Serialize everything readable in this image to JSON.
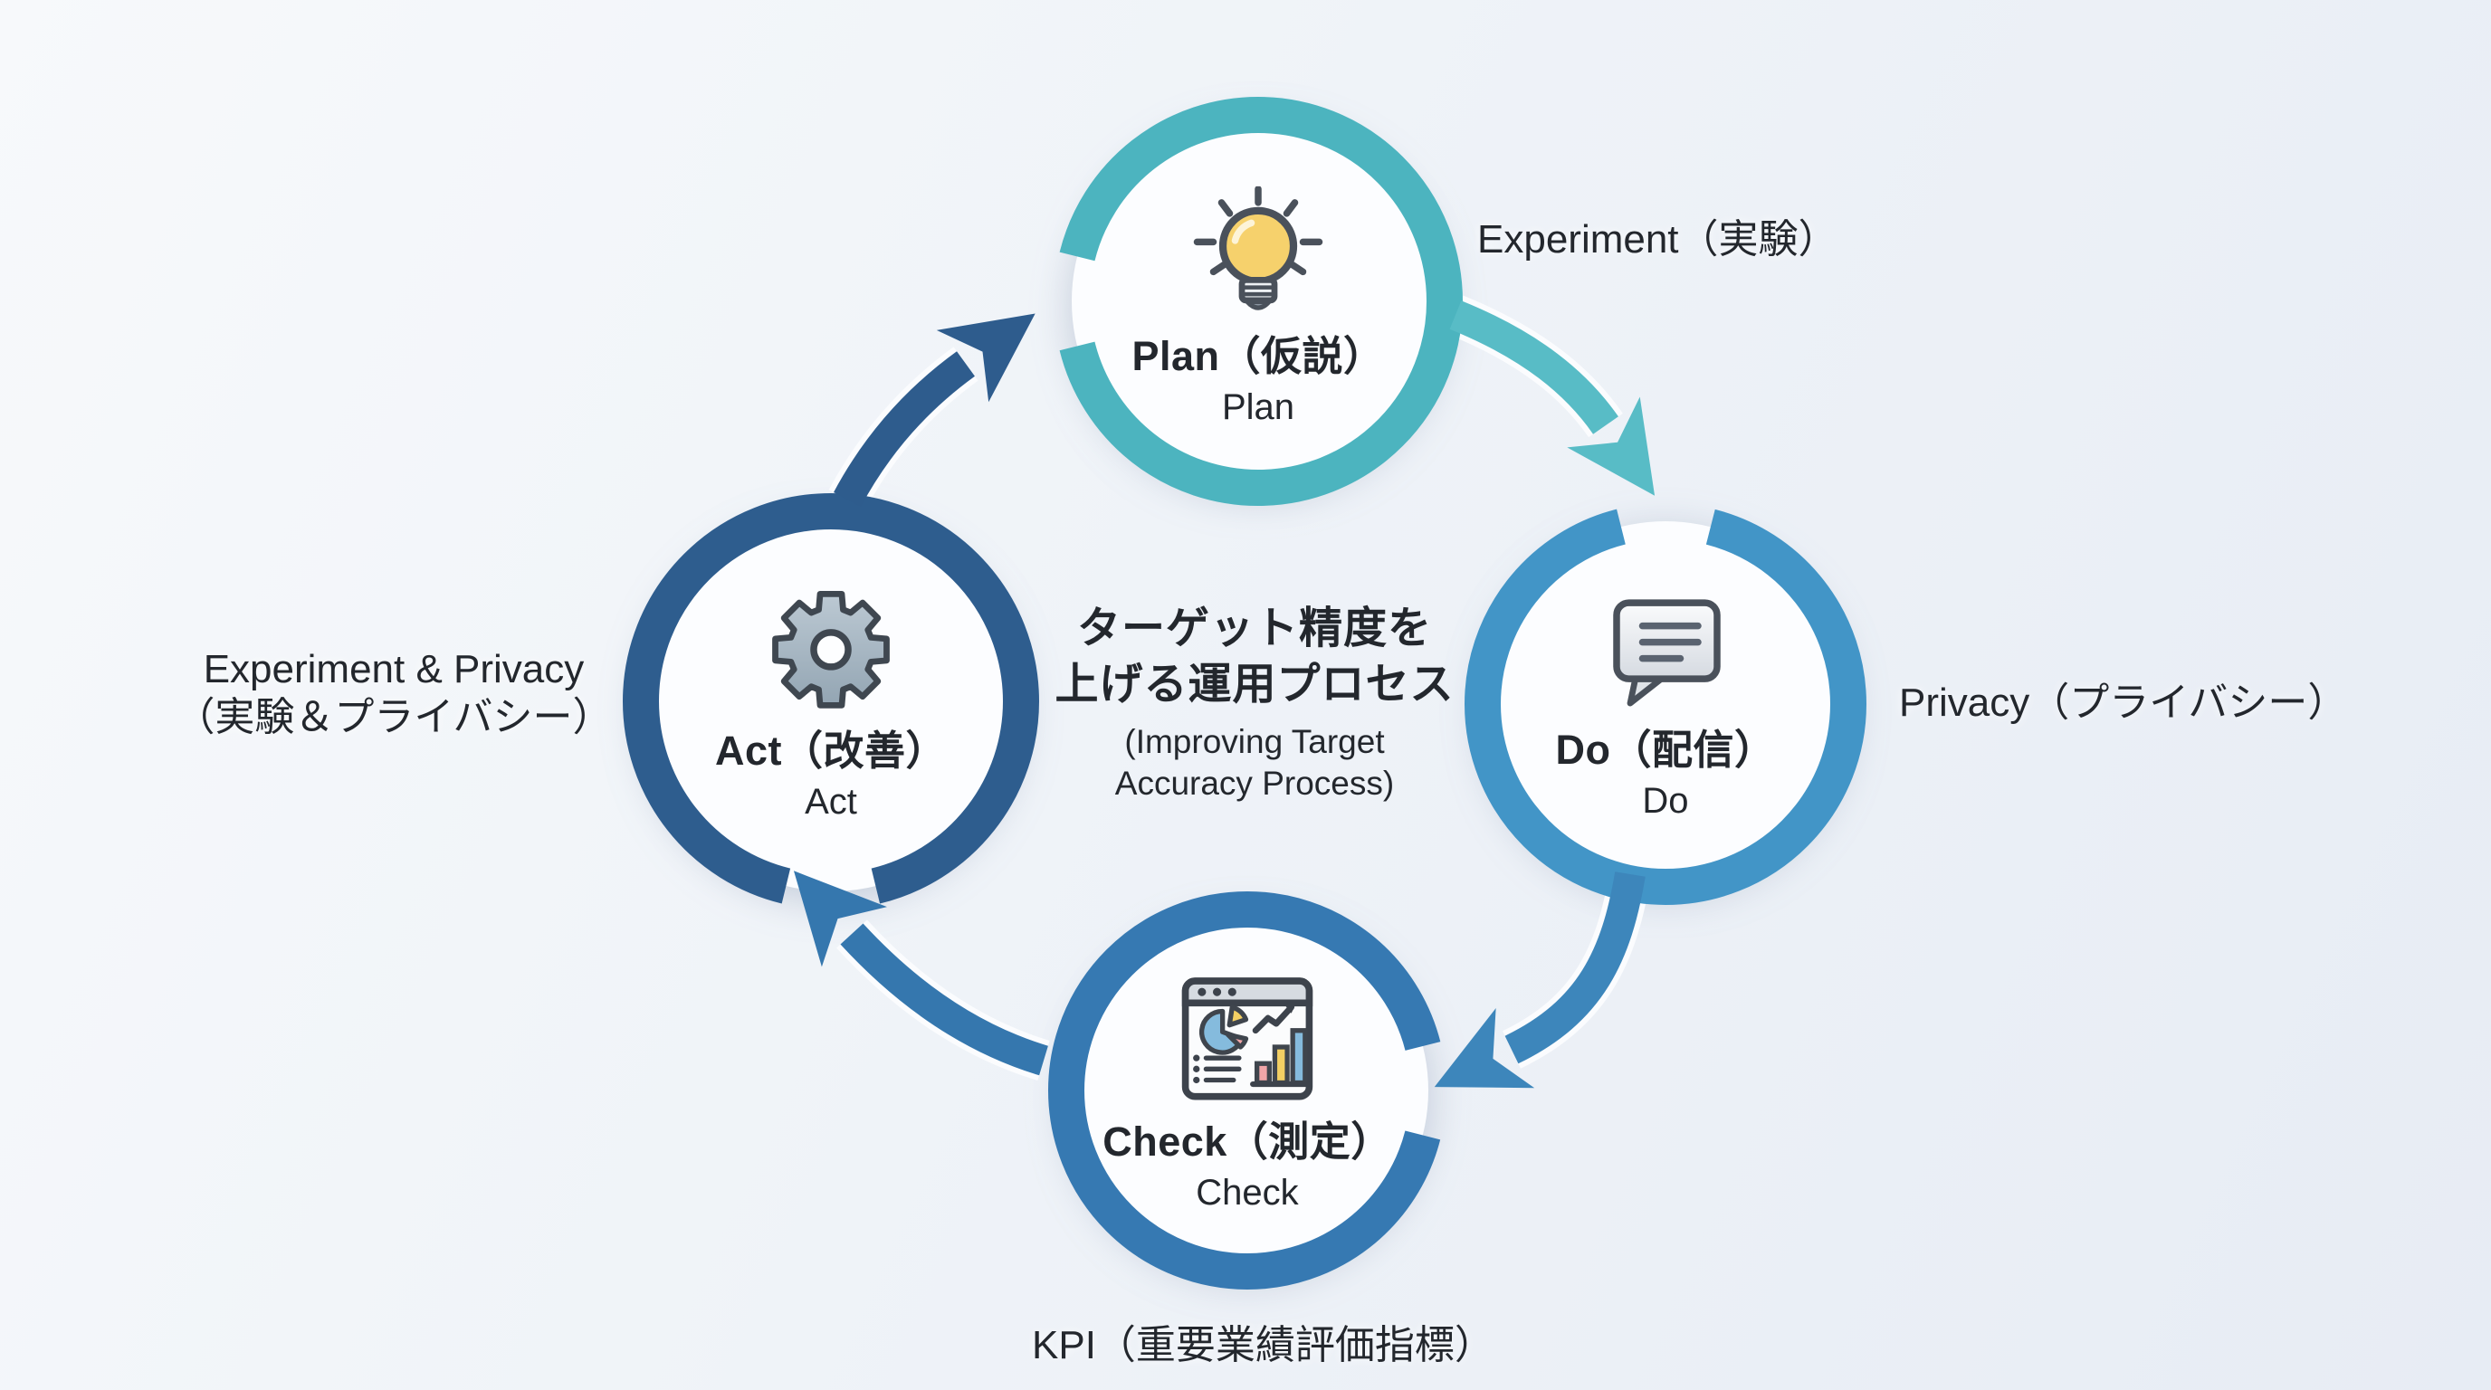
{
  "center": {
    "title_line1": "ターゲット精度を",
    "title_line2": "上げる運用プロセス",
    "subtitle_line1": "(Improving Target",
    "subtitle_line2": "Accuracy Process)"
  },
  "nodes": [
    {
      "id": "plan",
      "title": "Plan（仮説）",
      "subtitle": "Plan",
      "icon": "lightbulb-icon",
      "ring_color": "#4cb4bf"
    },
    {
      "id": "do",
      "title": "Do（配信）",
      "subtitle": "Do",
      "icon": "chat-bubble-icon",
      "ring_color": "#4295c7"
    },
    {
      "id": "check",
      "title": "Check（測定）",
      "subtitle": "Check",
      "icon": "dashboard-chart-icon",
      "ring_color": "#3679b2"
    },
    {
      "id": "act",
      "title": "Act（改善）",
      "subtitle": "Act",
      "icon": "gear-icon",
      "ring_color": "#2e5d8e"
    }
  ],
  "edge_labels": {
    "experiment": "Experiment（実験）",
    "privacy": "Privacy（プライバシー）",
    "kpi": "KPI（重要業績評価指標）",
    "experiment_privacy_line1": "Experiment & Privacy",
    "experiment_privacy_line2": "（実験＆プライバシー）"
  },
  "arrows": [
    {
      "from": "plan",
      "to": "do",
      "color": "#58bcc6"
    },
    {
      "from": "do",
      "to": "check",
      "color": "#3d86bb"
    },
    {
      "from": "check",
      "to": "act",
      "color": "#3577ae"
    },
    {
      "from": "act",
      "to": "plan",
      "color": "#2e5c8d"
    }
  ],
  "icon_colors": {
    "bulb_yellow": "#f6d16c",
    "outline_dark": "#4a515b",
    "bubble_gray": "#e3e7ec",
    "gear_gray": "#aebdc9",
    "pie_blue": "#85bbdd",
    "bar_yellow": "#f3cf63",
    "bar_pink": "#f0a5a8"
  },
  "background_color": "#eff3f8"
}
